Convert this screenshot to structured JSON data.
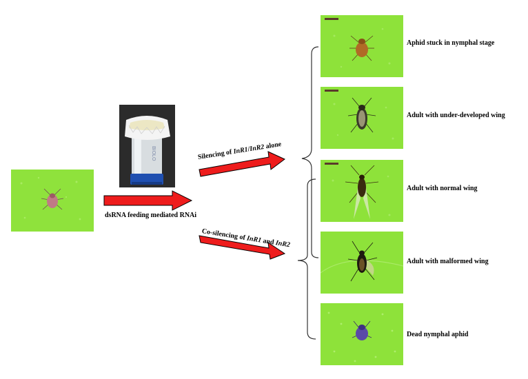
{
  "labels": {
    "feeding": "dsRNA feeding mediated RNAi",
    "single_pre": "Silencing of ",
    "single_g1": "InR1",
    "single_sep": "/",
    "single_g2": "InR2",
    "single_post": " alone",
    "co_pre": "Co-silencing of ",
    "co_g1": "InR1",
    "co_mid": " and ",
    "co_g2": "InR2"
  },
  "outcomes": [
    {
      "label": "Aphid stuck in nymphal stage"
    },
    {
      "label": "Adult with under-developed wing"
    },
    {
      "label": "Adult with normal wing"
    },
    {
      "label": "Adult with malformed wing"
    },
    {
      "label": "Dead nymphal aphid"
    }
  ],
  "colors": {
    "leaf": "#8ee23a",
    "arrow": "#ee1c1c",
    "bottle_cap": "#1f4fb0"
  }
}
